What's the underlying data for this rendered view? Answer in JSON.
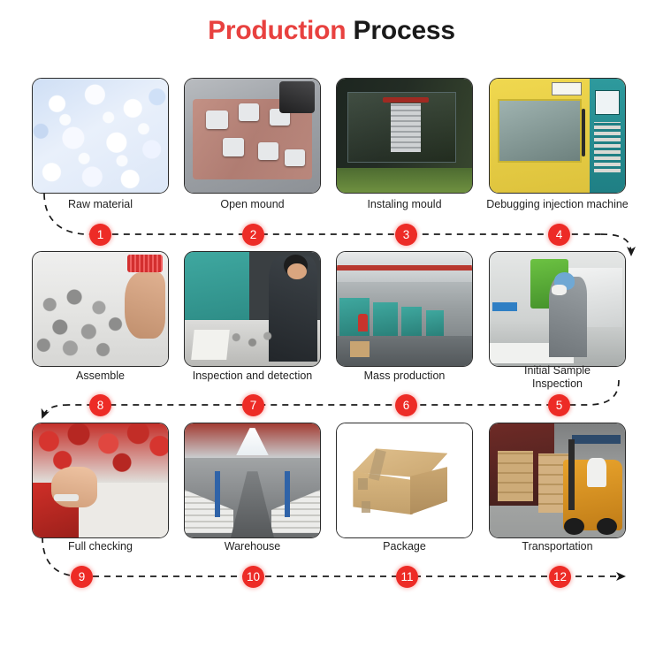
{
  "title": {
    "highlight": "Production",
    "rest": " Process"
  },
  "colors": {
    "title_accent": "#E8413F",
    "title_text": "#1a1a1a",
    "badge_background": "#ED2B26",
    "badge_text": "#ffffff",
    "connector_line": "#1a1a1a",
    "card_border": "#2b2b2b"
  },
  "steps": [
    {
      "number": "1",
      "label": "Raw material",
      "icon": "plastic-pellets-photo"
    },
    {
      "number": "2",
      "label": "Open mound",
      "icon": "open-mould-photo"
    },
    {
      "number": "3",
      "label": "Instaling mould",
      "icon": "machine-interior-photo"
    },
    {
      "number": "4",
      "label": "Debugging injection machine",
      "icon": "injection-machine-photo"
    },
    {
      "number": "5",
      "label": "Initial Sample\nInspection",
      "icon": "sample-inspection-photo"
    },
    {
      "number": "6",
      "label": "Mass production",
      "icon": "factory-hall-photo"
    },
    {
      "number": "7",
      "label": "Inspection and detection",
      "icon": "worker-bench-photo"
    },
    {
      "number": "8",
      "label": "Assemble",
      "icon": "parts-pile-photo"
    },
    {
      "number": "9",
      "label": "Full checking",
      "icon": "full-checking-photo"
    },
    {
      "number": "10",
      "label": "Warehouse",
      "icon": "warehouse-aisle-photo"
    },
    {
      "number": "11",
      "label": "Package",
      "icon": "carton-box-photo"
    },
    {
      "number": "12",
      "label": "Transportation",
      "icon": "forklift-photo"
    }
  ],
  "rows": [
    {
      "direction": "left-to-right",
      "numbers": [
        "1",
        "2",
        "3",
        "4"
      ]
    },
    {
      "direction": "right-to-left",
      "numbers": [
        "8",
        "7",
        "6",
        "5"
      ]
    },
    {
      "direction": "left-to-right",
      "numbers": [
        "9",
        "10",
        "11",
        "12"
      ]
    }
  ]
}
